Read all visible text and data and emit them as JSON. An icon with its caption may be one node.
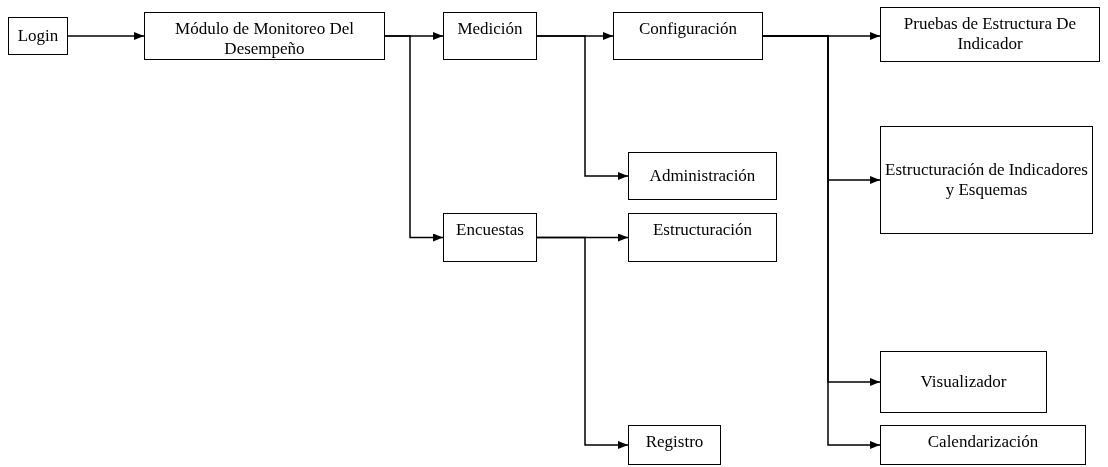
{
  "diagram": {
    "nodes": [
      {
        "text": [
          "Login"
        ]
      },
      {
        "text": [
          "Módulo de Monitoreo Del Desempeño"
        ]
      },
      {
        "text": [
          "Medición"
        ]
      },
      {
        "text": [
          "Configuración"
        ]
      },
      {
        "text": [
          "Pruebas de Estructura De Indicador"
        ]
      },
      {
        "text": [
          "Administración"
        ]
      },
      {
        "text": [
          "Estructuración de Indicadores y Esquemas"
        ]
      },
      {
        "text": [
          "Encuestas"
        ]
      },
      {
        "text": [
          "Estructuración"
        ]
      },
      {
        "text": [
          "Visualizador"
        ]
      },
      {
        "text": [
          "Registro"
        ]
      },
      {
        "text": [
          "Calendarización"
        ]
      }
    ],
    "edges": [
      {
        "from": 0,
        "to": 1,
        "arrow": "to"
      },
      {
        "from": 1,
        "to": 2,
        "arrow": "to"
      },
      {
        "from": 1,
        "to": 7,
        "arrow": "to"
      },
      {
        "from": 2,
        "to": 3,
        "arrow": "to"
      },
      {
        "from": 2,
        "to": 5,
        "arrow": "to"
      },
      {
        "from": 3,
        "to": 4,
        "arrow": "to"
      },
      {
        "from": 3,
        "to": 6,
        "arrow": "to"
      },
      {
        "from": 3,
        "to": 9,
        "arrow": "to"
      },
      {
        "from": 3,
        "to": 11,
        "arrow": "to"
      },
      {
        "from": 7,
        "to": 8,
        "arrow": "to"
      },
      {
        "from": 7,
        "to": 10,
        "arrow": "to"
      }
    ]
  }
}
